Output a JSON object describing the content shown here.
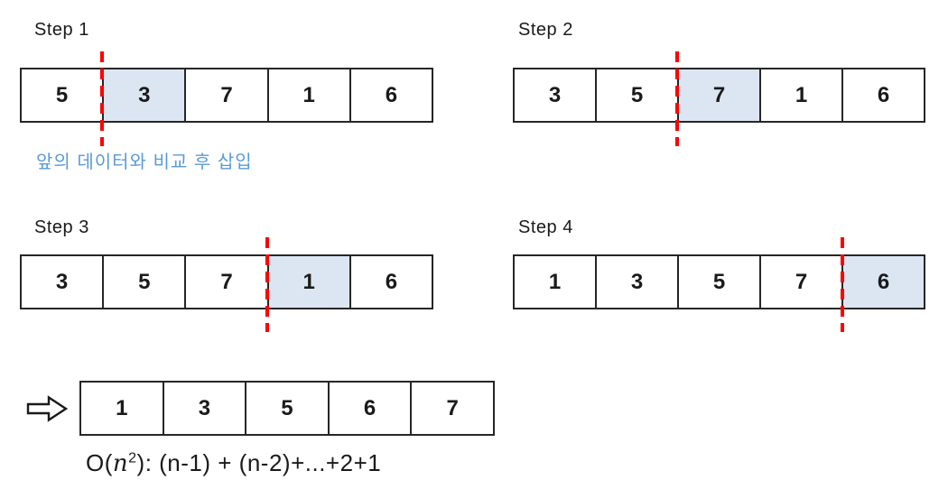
{
  "colors": {
    "highlight": "#dce6f2",
    "dash": "#fe0000",
    "border": "#262626",
    "caption": "#5b9bd5",
    "text": "#1a1a1a"
  },
  "steps": [
    {
      "label": "Step 1",
      "values": [
        "5",
        "3",
        "7",
        "1",
        "6"
      ],
      "highlight_index": 1
    },
    {
      "label": "Step 2",
      "values": [
        "3",
        "5",
        "7",
        "1",
        "6"
      ],
      "highlight_index": 2
    },
    {
      "label": "Step 3",
      "values": [
        "3",
        "5",
        "7",
        "1",
        "6"
      ],
      "highlight_index": 3
    },
    {
      "label": "Step 4",
      "values": [
        "1",
        "3",
        "5",
        "7",
        "6"
      ],
      "highlight_index": 4
    }
  ],
  "caption": "앞의 데이터와 비교 후 삽입",
  "result": {
    "arrow_icon": "right-block-arrow",
    "values": [
      "1",
      "3",
      "5",
      "6",
      "7"
    ],
    "highlight_index": -1
  },
  "formula": {
    "prefix": "O(",
    "var": "n",
    "sup": "2",
    "rest": "): (n-1) + (n-2)+...+2+1"
  }
}
